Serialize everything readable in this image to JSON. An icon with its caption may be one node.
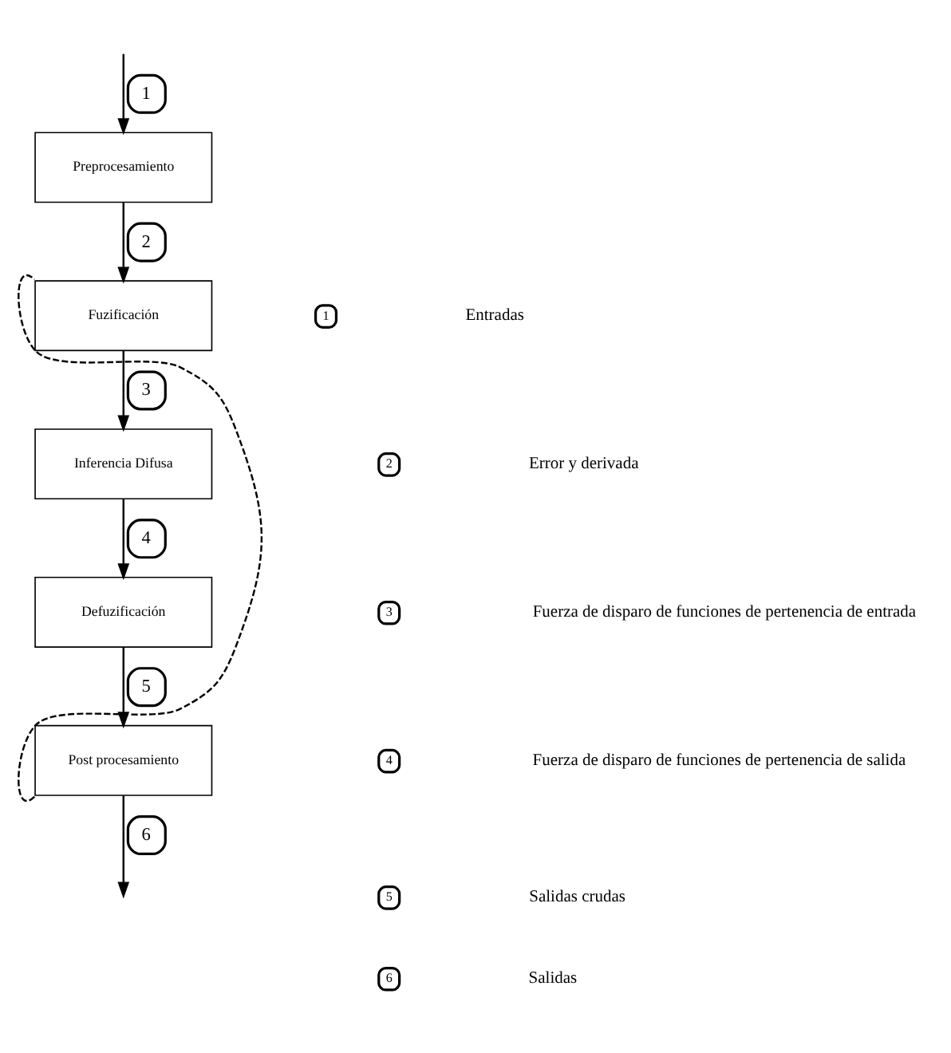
{
  "diagram": {
    "nodes": [
      {
        "text": [
          "Preprocesamiento"
        ]
      },
      {
        "text": [
          "Fuzificación"
        ]
      },
      {
        "text": [
          "Inferencia Difusa"
        ]
      },
      {
        "text": [
          "Defuzificación"
        ]
      },
      {
        "text": [
          "Post procesamiento"
        ]
      }
    ],
    "edges": [
      {
        "from": null,
        "to": 0,
        "arrow": "to",
        "label": "1"
      },
      {
        "from": 0,
        "to": 1,
        "arrow": "to",
        "label": "2"
      },
      {
        "from": 1,
        "to": 2,
        "arrow": "to",
        "label": "3"
      },
      {
        "from": 2,
        "to": 3,
        "arrow": "to",
        "label": "4"
      },
      {
        "from": 3,
        "to": 4,
        "arrow": "to",
        "label": "5"
      },
      {
        "from": 4,
        "to": null,
        "arrow": "to",
        "label": "6"
      },
      {
        "from": 4,
        "to": 1,
        "arrow": "none",
        "style": "dashed"
      }
    ],
    "labels": [
      "1",
      "Entradas",
      "2",
      "Error y derivada",
      "3",
      "Fuerza de disparo de funciones de pertenencia de entrada",
      "4",
      "Fuerza de disparo de funciones de pertenencia de salida",
      "5",
      "Salidas crudas",
      "6",
      "Salidas"
    ]
  }
}
